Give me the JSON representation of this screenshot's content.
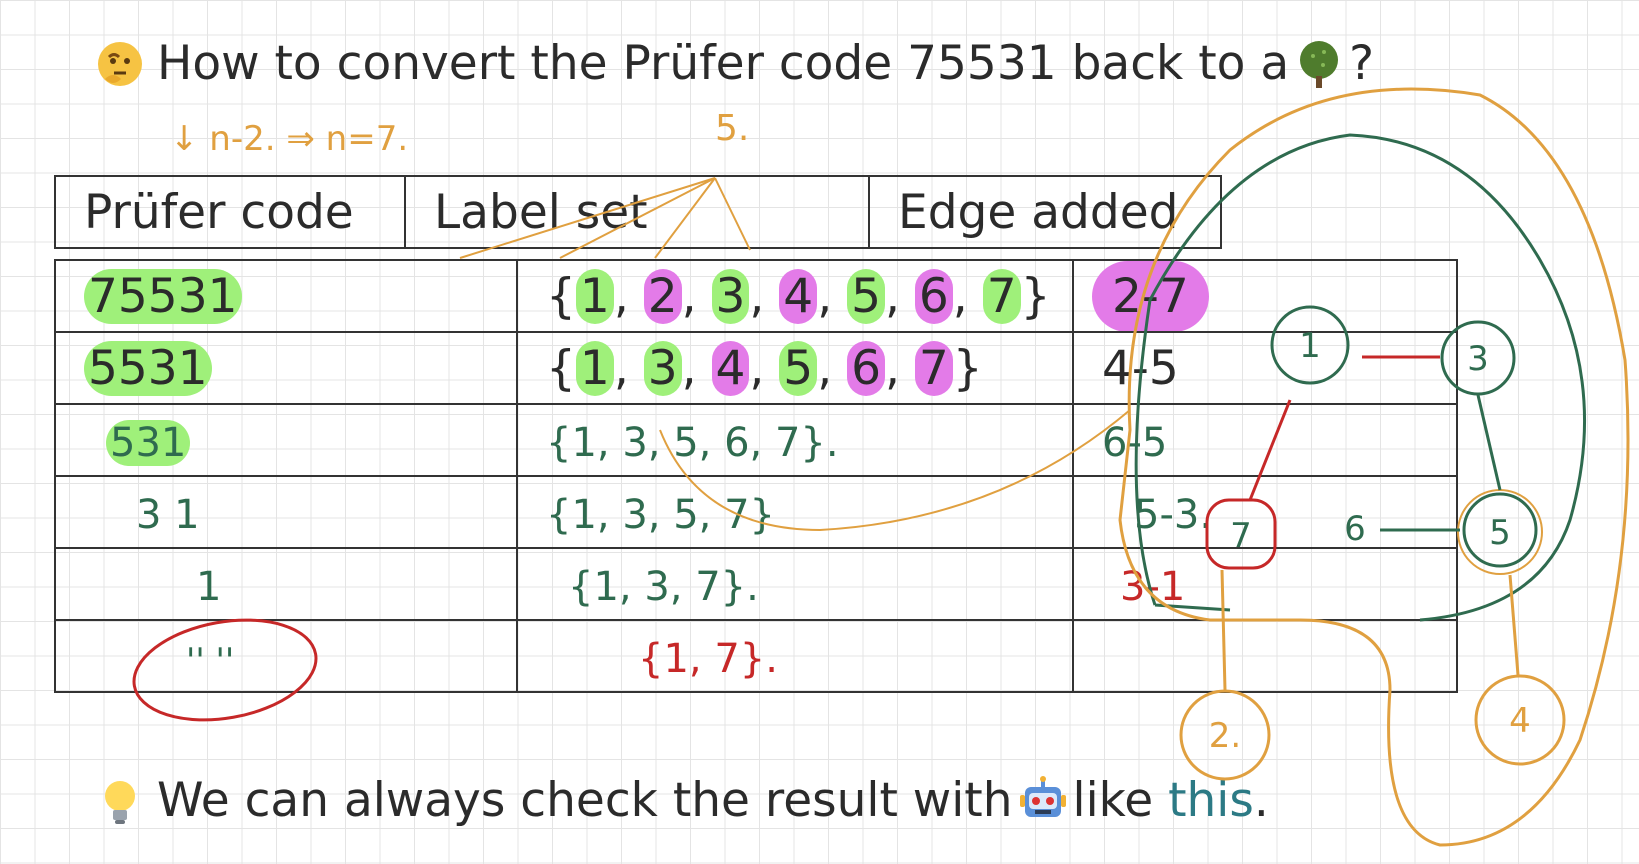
{
  "title": {
    "text_before": "How to convert the Prüfer code 75531 back to a",
    "text_after": "?",
    "thinking_emoji": "thinking-face-icon",
    "tree_emoji": "tree-icon"
  },
  "table": {
    "headers": [
      "Prüfer code",
      "Label set",
      "Edge added"
    ],
    "typed_rows": [
      {
        "code": "75531",
        "labels": [
          "1",
          "2",
          "3",
          "4",
          "5",
          "6",
          "7"
        ],
        "edge": "2-7"
      },
      {
        "code": "5531",
        "labels": [
          "1",
          "3",
          "4",
          "5",
          "6",
          "7"
        ],
        "edge": "4-5"
      }
    ],
    "handwritten_rows": [
      {
        "code": "531",
        "labels": "{1, 3, 5, 6, 7}.",
        "edge": "6-5"
      },
      {
        "code": "3 1",
        "labels": "{1, 3, 5, 7}",
        "edge": "5-3."
      },
      {
        "code": "1",
        "labels": "{1, 3, 7}.",
        "edge": "3-1"
      },
      {
        "code": "'' ''",
        "labels": "{1, 7}.",
        "edge": ""
      }
    ]
  },
  "annotations": {
    "top_note": "↓ n-2. ⇒ n=7.",
    "top_note_5": "5.",
    "graph_nodes": [
      "1",
      "3",
      "7",
      "6",
      "5",
      "2.",
      "4"
    ]
  },
  "tip": {
    "text_before": "We can always check the result with",
    "text_middle": "like",
    "link_text": "this",
    "text_after": ".",
    "bulb_emoji": "light-bulb-icon",
    "robot_emoji": "robot-icon"
  },
  "colors": {
    "green_highlight": "#9ff07a",
    "magenta_highlight": "#e37be8",
    "ink_green": "#2f6b4f",
    "ink_orange": "#e0a040",
    "ink_red": "#c62828",
    "link": "#2c7a85"
  }
}
